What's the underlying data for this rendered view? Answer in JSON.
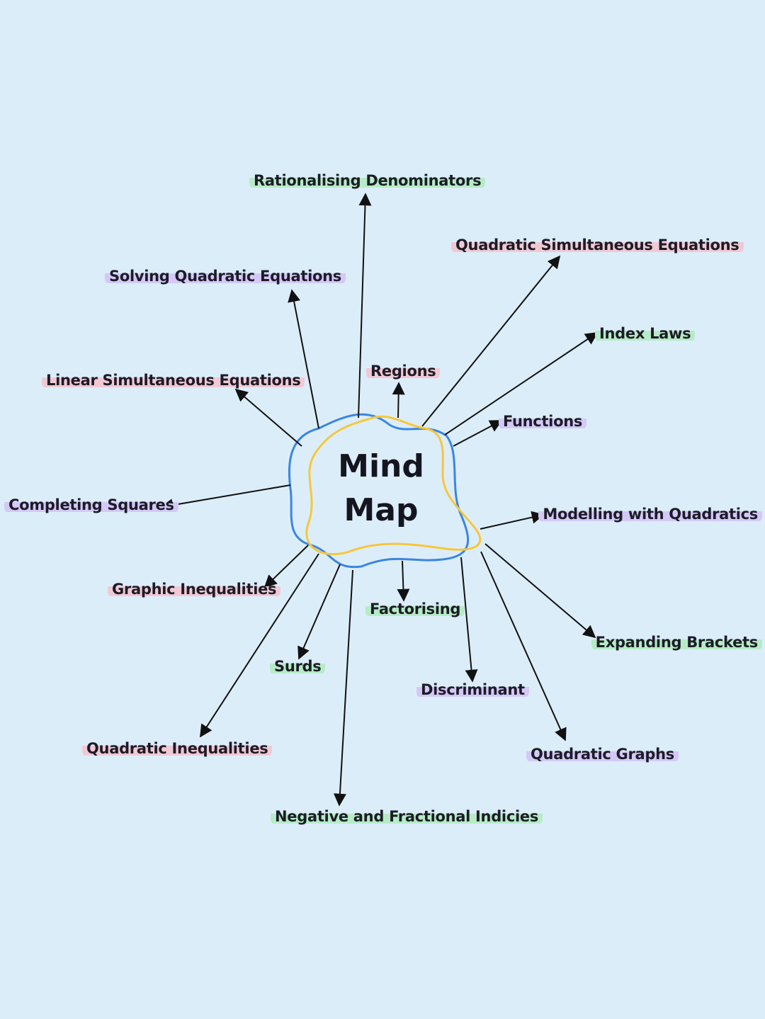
{
  "center": {
    "line1": "Mind",
    "line2": "Map"
  },
  "colors": {
    "background": "#dcedfa",
    "blob_blue": "#3a86e0",
    "blob_yellow": "#f5c83a",
    "green_highlight": "#b6ebc6",
    "pink_highlight": "#f0c9d3",
    "purple_highlight": "#d4c8f6"
  },
  "topics": {
    "rationalising": "Rationalising Denominators",
    "quadratic_simultaneous": "Quadratic Simultaneous Equations",
    "solving_quadratic": "Solving Quadratic Equations",
    "index_laws": "Index Laws",
    "regions": "Regions",
    "linear_simultaneous": "Linear Simultaneous Equations",
    "functions": "Functions",
    "completing_squares": "Completing Squares",
    "modelling": "Modelling with Quadratics",
    "graphic_inequalities": "Graphic Inequalities",
    "factorising": "Factorising",
    "expanding_brackets": "Expanding Brackets",
    "surds": "Surds",
    "discriminant": "Discriminant",
    "quadratic_inequalities": "Quadratic Inequalities",
    "quadratic_graphs": "Quadratic Graphs",
    "negative_fractional": "Negative and Fractional Indicies"
  }
}
